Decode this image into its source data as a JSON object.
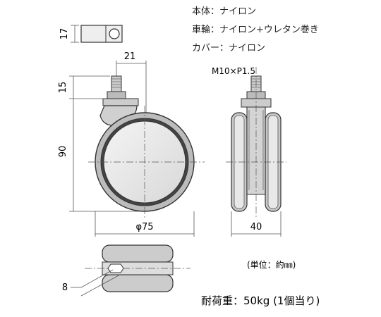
{
  "specs": {
    "body": "本体：ナイロン",
    "wheel": "車輪：ナイロン+ウレタン巻き",
    "cover": "カバー：ナイロン"
  },
  "dimensions": {
    "nut_height": "17",
    "offset": "21",
    "thread": "M10×P1.5",
    "stem": "15",
    "height": "90",
    "wheel_dia": "φ75",
    "width": "40",
    "hole": "8"
  },
  "unit_note": "(単位：約㎜)",
  "load": "耐荷重：50kg (1個当り)"
}
